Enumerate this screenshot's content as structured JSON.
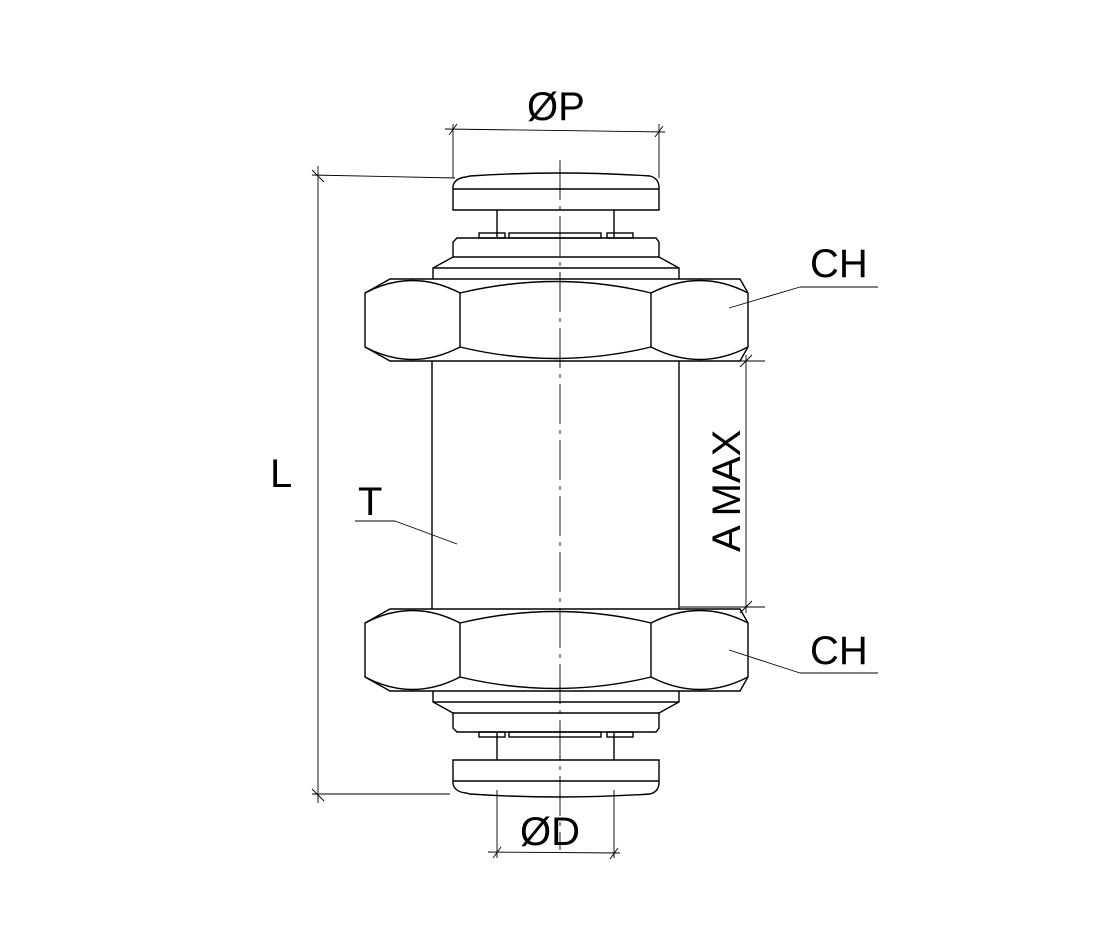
{
  "labels": {
    "diameter_p": "ØP",
    "diameter_d": "ØD",
    "length": "L",
    "hex_top": "CH",
    "hex_bottom": "CH",
    "tube": "T",
    "a_max": "A MAX"
  }
}
